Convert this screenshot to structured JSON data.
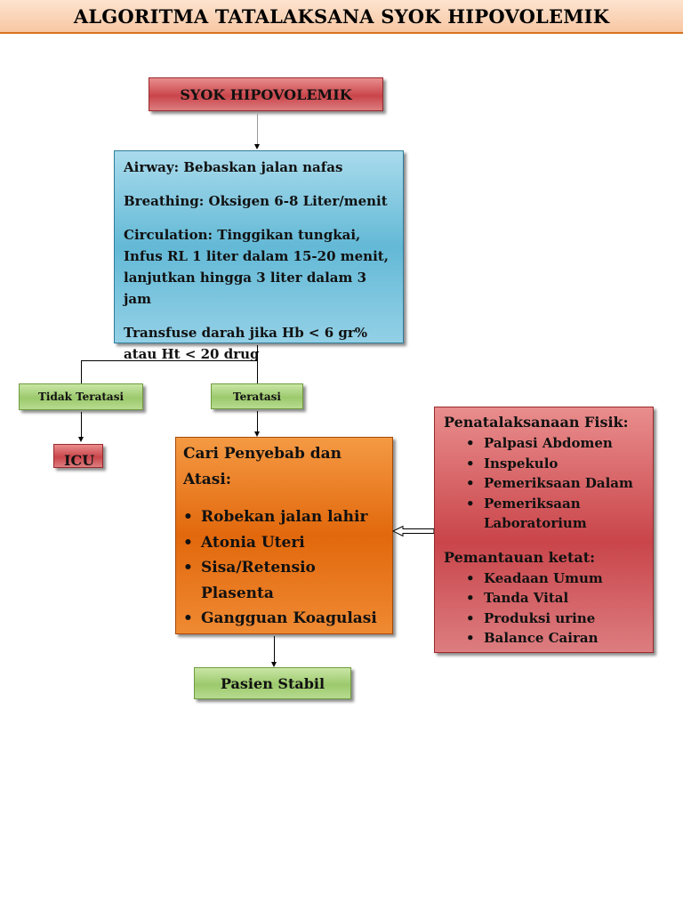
{
  "title": "ALGORITMA TATALAKSANA SYOK HIPOVOLEMIK",
  "start_box": "SYOK HIPOVOLEMIK",
  "abc_box": {
    "airway": "Airway: Bebaskan jalan nafas",
    "breathing": "Breathing: Oksigen 6-8 Liter/menit",
    "circulation": "Circulation: Tinggikan tungkai, Infus RL 1 liter dalam 15-20 menit, lanjutkan hingga 3 liter dalam 3 jam",
    "transfuse": "Transfuse darah jika Hb < 6 gr% atau Ht < 20 drug"
  },
  "branch_not_resolved": "Tidak Teratasi",
  "branch_resolved": "Teratasi",
  "icu": "ICU",
  "cause_box": {
    "heading": "Cari Penyebab dan Atasi:",
    "items": [
      "Robekan jalan lahir",
      "Atonia Uteri",
      "Sisa/Retensio Plasenta",
      "Gangguan Koagulasi"
    ]
  },
  "management_panel": {
    "physical_heading": "Penatalaksanaan Fisik:",
    "physical_items": [
      "Palpasi Abdomen",
      "Inspekulo",
      "Pemeriksaan Dalam",
      "Pemeriksaan Laboratorium"
    ],
    "monitoring_heading": "Pemantauan ketat:",
    "monitoring_items": [
      "Keadaan Umum",
      "Tanda Vital",
      "Produksi urine",
      "Balance Cairan"
    ]
  },
  "end_box": "Pasien Stabil",
  "colors": {
    "red": "#c9454a",
    "green": "#9cc96c",
    "blue": "#63b9d6",
    "orange": "#e2680c",
    "title_bg": "#f7c7a3"
  }
}
